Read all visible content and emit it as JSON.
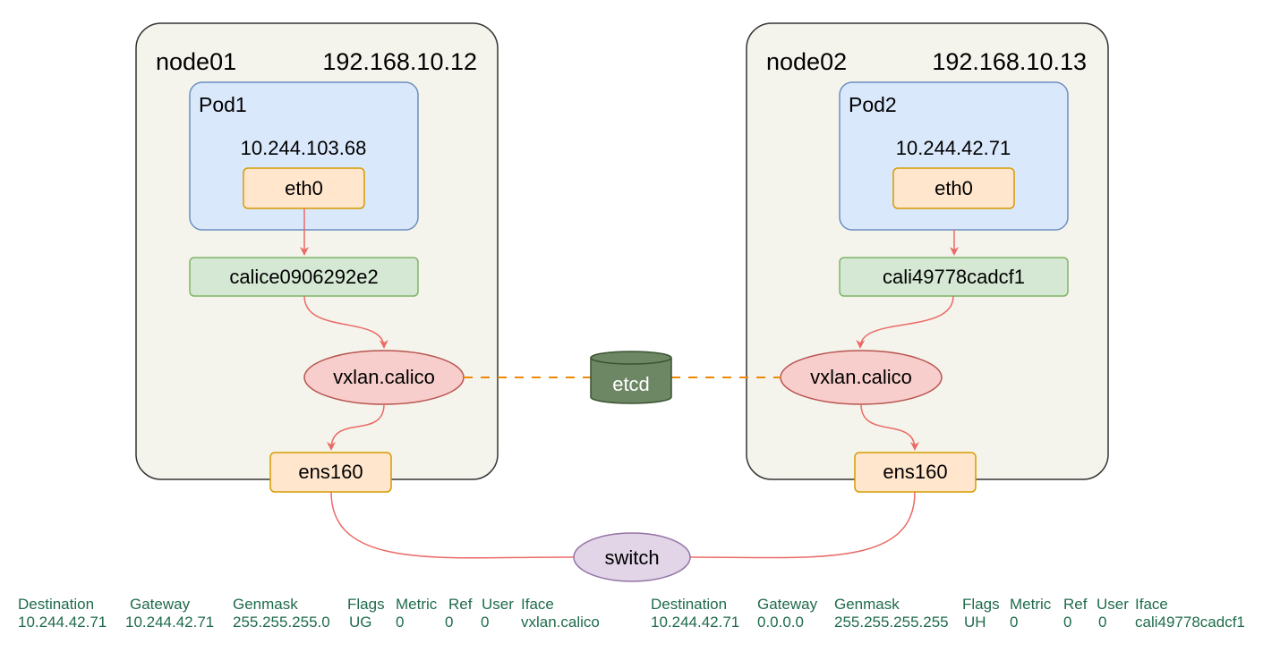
{
  "nodes": [
    {
      "name": "node01",
      "ip": "192.168.10.12",
      "pod": {
        "name": "Pod1",
        "ip": "10.244.103.68",
        "iface": "eth0"
      },
      "cali_iface": "calice0906292e2",
      "vxlan": "vxlan.calico",
      "nic": "ens160"
    },
    {
      "name": "node02",
      "ip": "192.168.10.13",
      "pod": {
        "name": "Pod2",
        "ip": "10.244.42.71",
        "iface": "eth0"
      },
      "cali_iface": "cali49778cadcf1",
      "vxlan": "vxlan.calico",
      "nic": "ens160"
    }
  ],
  "etcd": "etcd",
  "switch": "switch",
  "route_tables": [
    {
      "headers": [
        "Destination",
        "Gateway",
        "Genmask",
        "Flags",
        "Metric",
        "Ref",
        "User",
        "Iface"
      ],
      "row": [
        "10.244.42.71",
        "10.244.42.71",
        "255.255.255.0",
        "UG",
        "0",
        "0",
        "0",
        "vxlan.calico"
      ]
    },
    {
      "headers": [
        "Destination",
        "Gateway",
        "Genmask",
        "Flags",
        "Metric",
        "Ref",
        "User",
        "Iface"
      ],
      "row": [
        "10.244.42.71",
        "0.0.0.0",
        "255.255.255.255",
        "UH",
        "0",
        "0",
        "0",
        "cali49778cadcf1"
      ]
    }
  ],
  "colors": {
    "node_fill": "#f5f4ec",
    "node_stroke": "#333333",
    "pod_fill": "#dae8fc",
    "pod_stroke": "#6c8ebf",
    "eth_fill": "#ffe6cc",
    "eth_stroke": "#d79b00",
    "cali_fill": "#d5e8d4",
    "cali_stroke": "#82b366",
    "vxlan_fill": "#f8cecc",
    "vxlan_stroke": "#b85450",
    "etcd_fill": "#6d8764",
    "etcd_stroke": "#3a5431",
    "switch_fill": "#e1d5e7",
    "switch_stroke": "#9673a6",
    "arrow": "#ea6b66",
    "dashed": "#f08705",
    "route_text": "#1f6b4b"
  }
}
